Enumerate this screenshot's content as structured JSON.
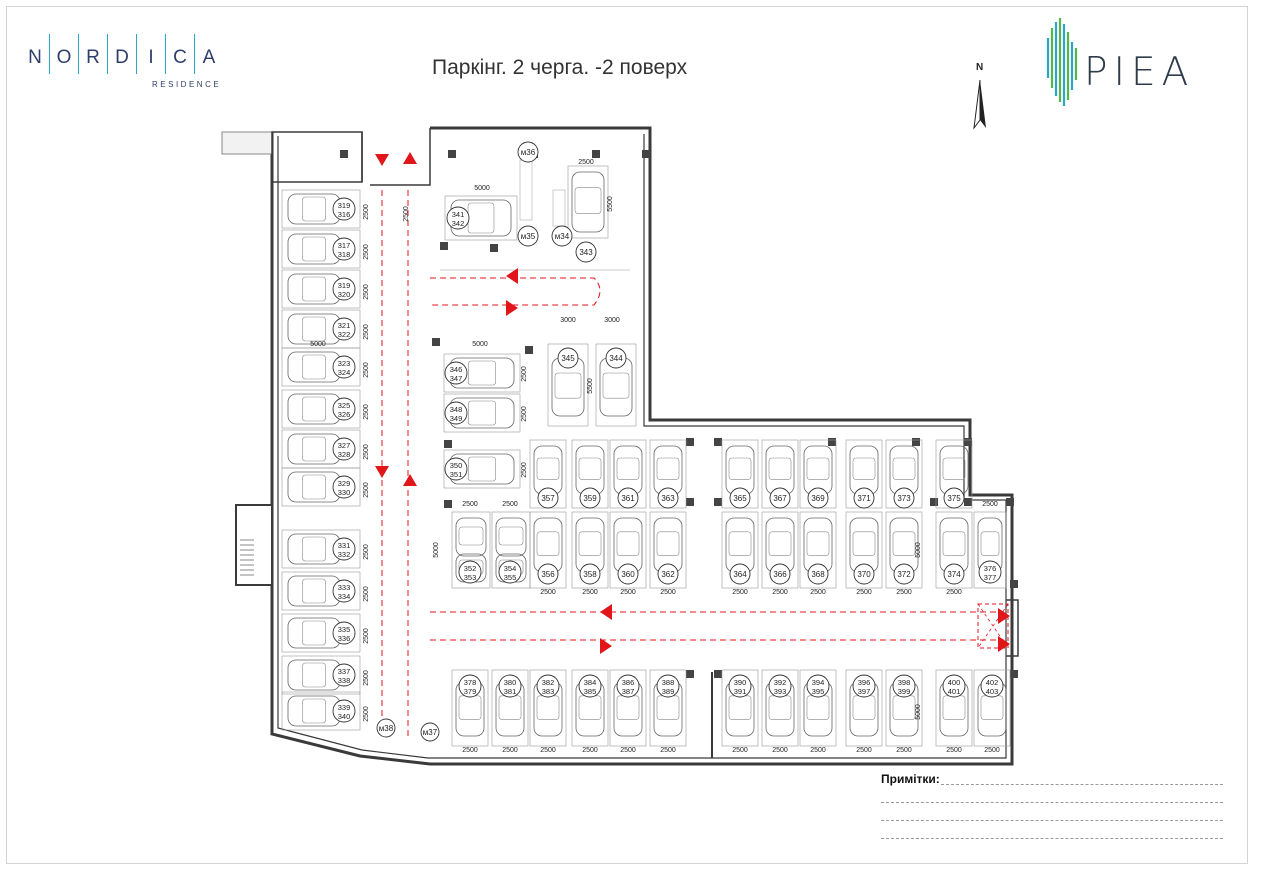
{
  "brand_left": {
    "letters": [
      "N",
      "O",
      "R",
      "D",
      "I",
      "C",
      "A"
    ],
    "sub": "RESIDENCE"
  },
  "brand_right": {
    "name": "PIEA"
  },
  "title": "Паркінг. 2 черга. -2 поверх",
  "north_label": "N",
  "notes_label": "Примітки:",
  "colors": {
    "accent": "#e0161b",
    "wall": "#3a3a3a",
    "brand_blue": "#2d3e6b",
    "brand_green": "#54b848",
    "brand_cyan": "#2aa6c9"
  },
  "dims": {
    "d5000": "5000",
    "d2500": "2500",
    "d3000": "3000",
    "d5500": "5500"
  },
  "left_column": [
    [
      "319",
      "316"
    ],
    [
      "317",
      "318"
    ],
    [
      "319",
      "320"
    ],
    [
      "321",
      "322"
    ],
    [
      "323",
      "324"
    ],
    [
      "325",
      "326"
    ],
    [
      "327",
      "328"
    ],
    [
      "329",
      "330"
    ],
    [
      "331",
      "332"
    ],
    [
      "333",
      "334"
    ],
    [
      "335",
      "336"
    ],
    [
      "337",
      "338"
    ],
    [
      "339",
      "340"
    ]
  ],
  "upper_area": {
    "spot_341": [
      "341",
      "342"
    ],
    "m36": "м36",
    "m35": "м35",
    "m34": "м34",
    "m38": "м38",
    "m37": "м37",
    "spot_343": "343"
  },
  "middle_block": {
    "pairs": [
      [
        "346",
        "347"
      ],
      [
        "348",
        "349"
      ],
      [
        "350",
        "351"
      ]
    ],
    "singles": [
      "345",
      "344"
    ]
  },
  "row_top_odd": [
    "357",
    "359",
    "361",
    "363",
    "365",
    "367",
    "369",
    "371",
    "373",
    "375"
  ],
  "row_top_even_pairs": [
    [
      "352",
      "353"
    ],
    [
      "354",
      "355"
    ]
  ],
  "row_top_even": [
    "356",
    "358",
    "360",
    "362",
    "364",
    "366",
    "368",
    "370",
    "372",
    "374"
  ],
  "spot_376": [
    "376",
    "377"
  ],
  "row_bottom": [
    [
      "378",
      "379"
    ],
    [
      "380",
      "381"
    ],
    [
      "382",
      "383"
    ],
    [
      "384",
      "385"
    ],
    [
      "386",
      "387"
    ],
    [
      "388",
      "389"
    ],
    [
      "390",
      "391"
    ],
    [
      "392",
      "393"
    ],
    [
      "394",
      "395"
    ],
    [
      "396",
      "397"
    ],
    [
      "398",
      "399"
    ],
    [
      "400",
      "401"
    ],
    [
      "402",
      "403"
    ]
  ]
}
